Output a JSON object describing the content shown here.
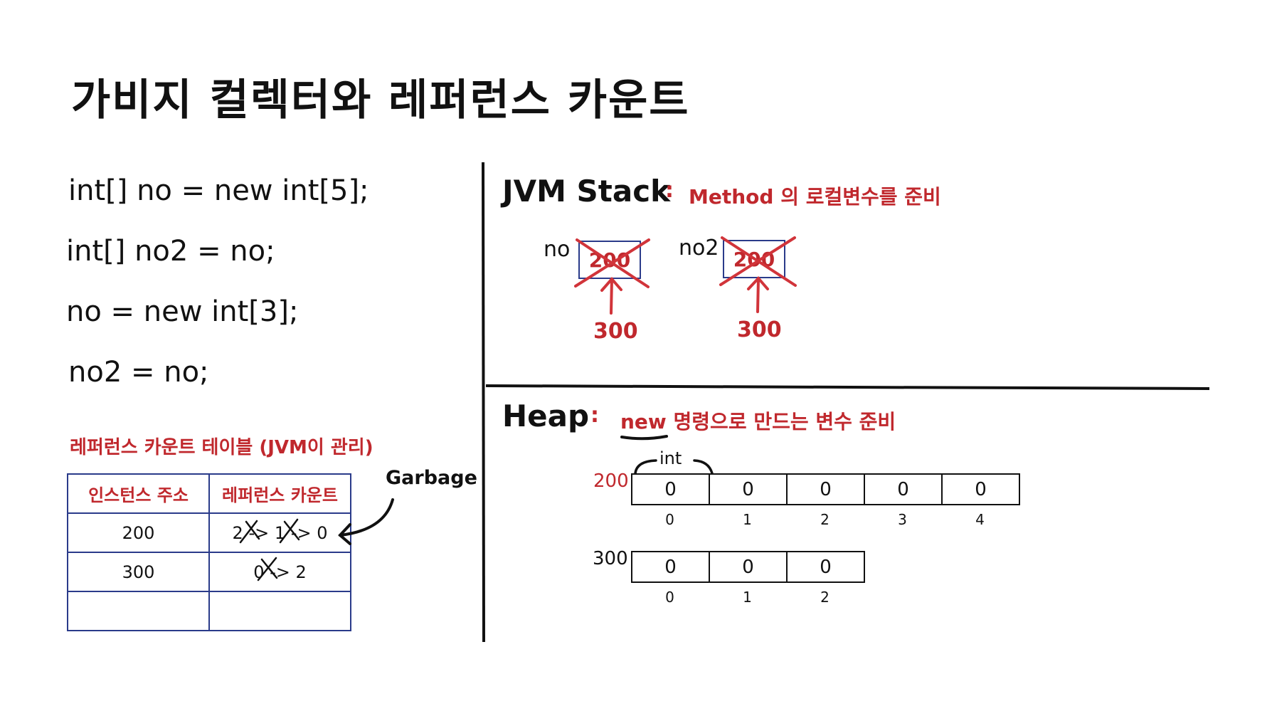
{
  "title": "가비지 컬렉터와 레퍼런스 카운트",
  "code_lines": [
    "int[] no = new int[5];",
    "int[] no2 = no;",
    "no = new int[3];",
    "no2  = no;"
  ],
  "ref_table": {
    "title": "레퍼런스 카운트 테이블 (JVM이 관리)",
    "headers": [
      "인스턴스 주소",
      "레퍼런스 카운트"
    ],
    "rows": [
      {
        "address": "200",
        "count_old_1": "2",
        "count_old_2": "1",
        "count_new": "0",
        "arrow": "->"
      },
      {
        "address": "300",
        "count_old_1": "0",
        "count_new": "2",
        "arrow": "->"
      },
      {
        "address": "",
        "count": ""
      }
    ],
    "garbage_label": "Garbage"
  },
  "jvm_stack": {
    "title": "JVM Stack",
    "colon": ":",
    "description": "Method 의 로컬변수를 준비",
    "variables": [
      {
        "name": "no",
        "old_value": "200",
        "new_value": "300"
      },
      {
        "name": "no2",
        "old_value": "200",
        "new_value": "300"
      }
    ]
  },
  "heap": {
    "title": "Heap",
    "colon": ":",
    "description": "new 명령으로 만드는 변수 준비",
    "type_label": "int",
    "arrays": [
      {
        "address": "200",
        "values": [
          "0",
          "0",
          "0",
          "0",
          "0"
        ],
        "indices": [
          "0",
          "1",
          "2",
          "3",
          "4"
        ]
      },
      {
        "address": "300",
        "values": [
          "0",
          "0",
          "0"
        ],
        "indices": [
          "0",
          "1",
          "2"
        ]
      }
    ]
  },
  "colors": {
    "accent_red": "#c0282d",
    "table_border": "#2a3b8a",
    "ink": "#111111"
  }
}
